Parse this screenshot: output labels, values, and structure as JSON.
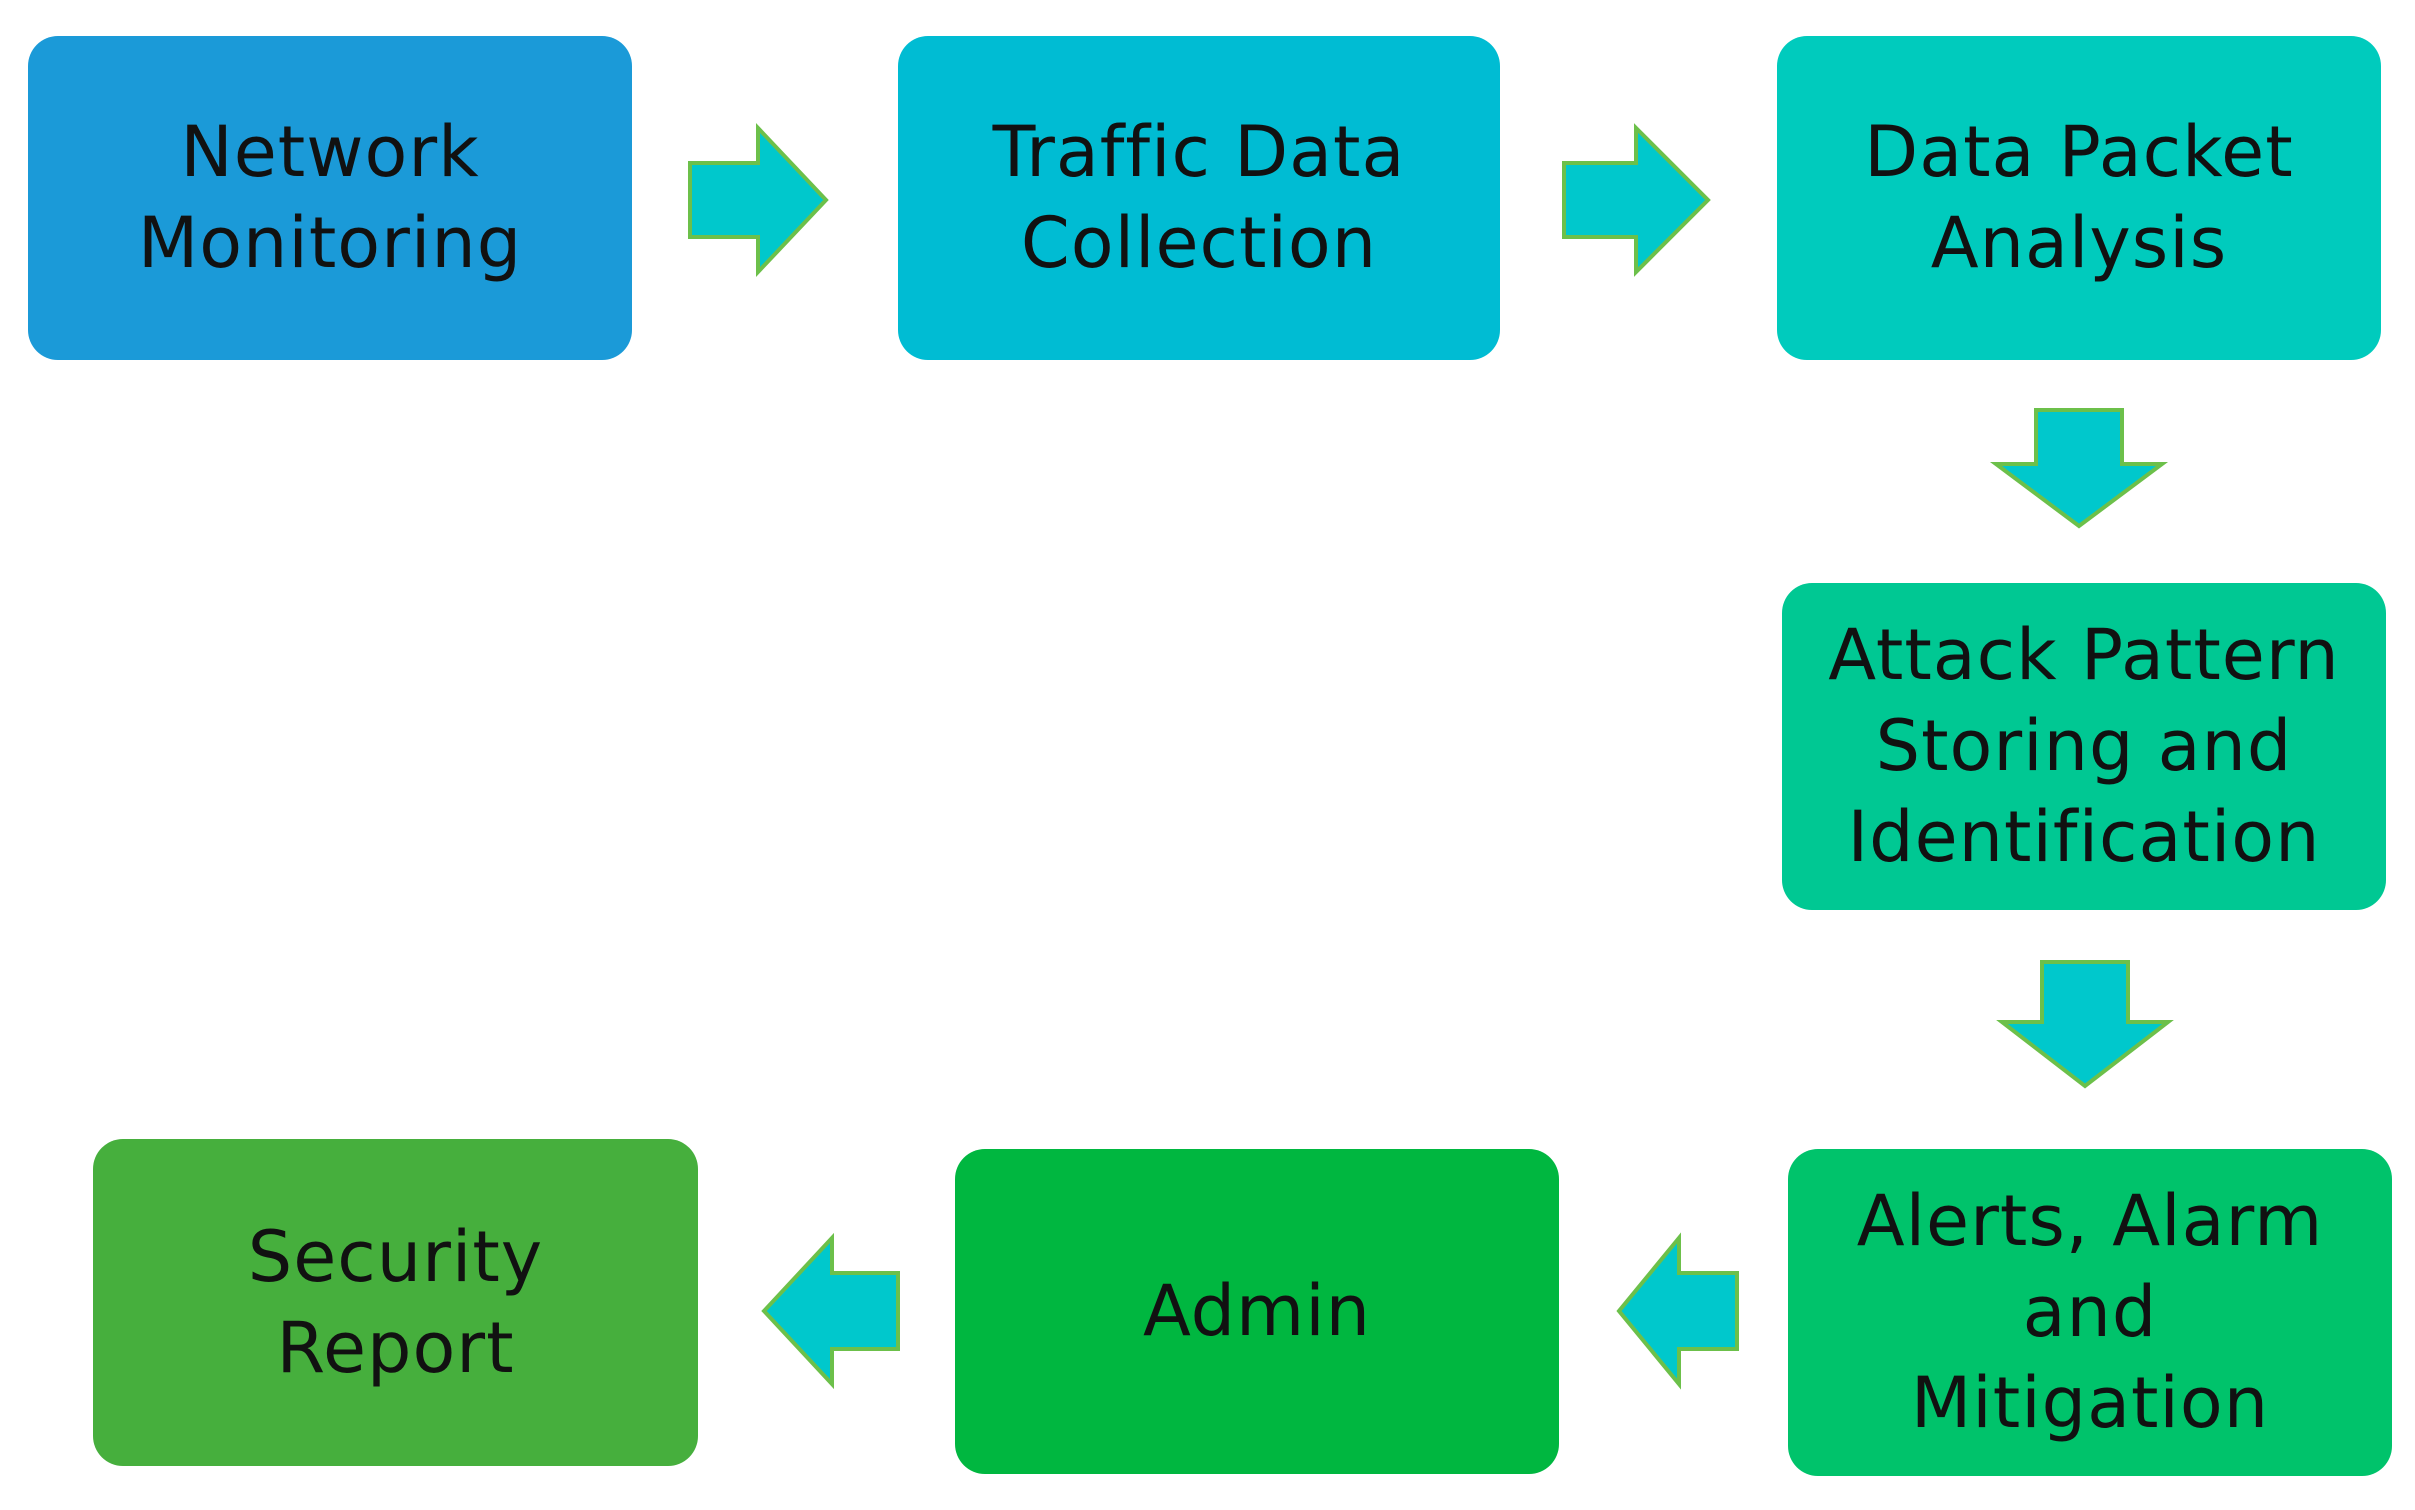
{
  "nodes": {
    "network_monitoring": {
      "line1": "Network",
      "line2": "Monitoring"
    },
    "traffic_data_collection": {
      "line1": "Traffic Data",
      "line2": "Collection"
    },
    "data_packet_analysis": {
      "line1": "Data Packet",
      "line2": "Analysis"
    },
    "attack_pattern": {
      "line1": "Attack Pattern",
      "line2": "Storing and",
      "line3": "Identification"
    },
    "alerts": {
      "line1": "Alerts, Alarm",
      "line2": "and",
      "line3": "Mitigation"
    },
    "admin": {
      "line1": "Admin"
    },
    "security_report": {
      "line1": "Security",
      "line2": "Report"
    }
  },
  "colors": {
    "network_monitoring": "#1b9ad8",
    "traffic_data_collection": "#00bcd3",
    "data_packet_analysis": "#00cbbd",
    "attack_pattern": "#00c893",
    "alerts": "#00c36b",
    "admin": "#00b740",
    "security_report": "#46af3d",
    "arrow_fill": "#00c8cc",
    "arrow_stroke": "#6cc04a"
  },
  "edges": [
    {
      "from": "Network Monitoring",
      "to": "Traffic Data Collection",
      "direction": "right"
    },
    {
      "from": "Traffic Data Collection",
      "to": "Data Packet Analysis",
      "direction": "right"
    },
    {
      "from": "Data Packet Analysis",
      "to": "Attack Pattern Storing and Identification",
      "direction": "down"
    },
    {
      "from": "Attack Pattern Storing and Identification",
      "to": "Alerts, Alarm and Mitigation",
      "direction": "down"
    },
    {
      "from": "Alerts, Alarm and Mitigation",
      "to": "Admin",
      "direction": "left"
    },
    {
      "from": "Admin",
      "to": "Security Report",
      "direction": "left"
    }
  ]
}
